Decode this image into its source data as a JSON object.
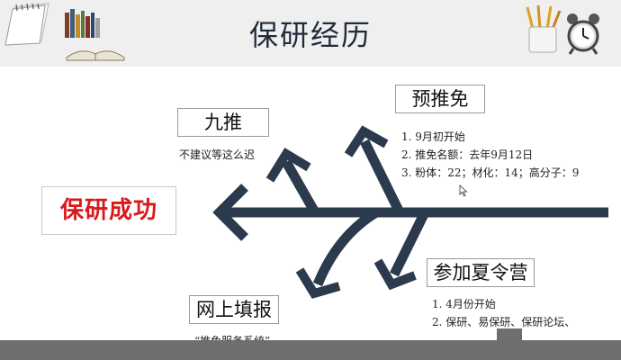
{
  "slide": {
    "title": "保研经历",
    "success": "保研成功",
    "branches": {
      "jiutui": {
        "label": "九推",
        "note": "不建议等这么迟"
      },
      "yutuimian": {
        "label": "预推免",
        "items": [
          "1.  9月初开始",
          "2.  推免名额：去年9月12日",
          "3.  粉体：22；材化：14；高分子：9"
        ]
      },
      "xialingying": {
        "label": "参加夏令营",
        "items": [
          "1.     4月份开始",
          "2.     保研、易保研、保研论坛、"
        ]
      },
      "wangshang": {
        "label": "网上填报",
        "note": "“推免服务系统”"
      }
    }
  },
  "colors": {
    "fishbone": "#2b3a4c",
    "success_text": "#d9191c",
    "header_bg": "#efefef"
  },
  "icons": [
    "notebook-icon",
    "books-icon",
    "open-book-icon",
    "pencil-cup-icon",
    "alarm-clock-icon",
    "mouse-cursor-icon"
  ]
}
